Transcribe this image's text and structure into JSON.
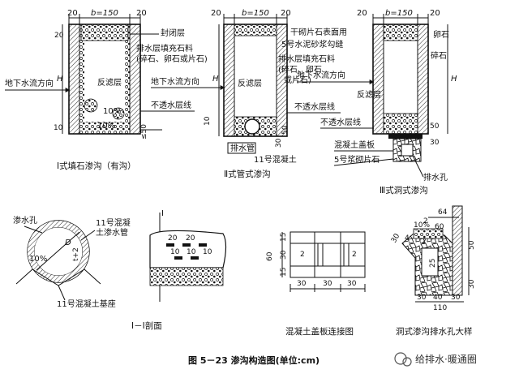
{
  "fig1": {
    "dim_20a": "20",
    "dim_b": "b=150",
    "dim_20b": "20",
    "dim_20c": "20",
    "dim_H": "H",
    "dim_10": "10",
    "dim_50": "≤50",
    "lbl_seal": "封闭层",
    "lbl_fill_1": "排水层填充石料",
    "lbl_fill_2": "(碎石、卵石或片石)",
    "lbl_filter": "反滤层",
    "lbl_pct_a": "10%",
    "lbl_pct_b": "10%",
    "lbl_flow": "地下水流方向",
    "lbl_imperm": "不透水层线",
    "caption": "Ⅰ式填石渗沟（有沟）"
  },
  "fig2": {
    "dim_20a": "20",
    "dim_b": "b=150",
    "dim_20b": "20",
    "dim_H": "H",
    "dim_10": "10",
    "dim_30": "30",
    "dim_50": "50",
    "lbl_top": "干砌片石表面用",
    "lbl_mortar": "5号水泥砂浆勾缝",
    "lbl_fill_1": "排水层填充石料",
    "lbl_fill_2": "(碎石、卵石",
    "lbl_fill_3": "或片石)",
    "lbl_flow": "地下水流方向",
    "lbl_filter": "反滤层",
    "lbl_imperm": "不透水层线",
    "lbl_pipe": "排水管",
    "lbl_concrete": "11号混凝土",
    "caption": "Ⅱ式管式渗沟"
  },
  "fig3": {
    "dim_20a": "20",
    "dim_b": "b=150",
    "dim_20b": "20",
    "dim_H": "H",
    "dim_50": "50",
    "dim_30": "30",
    "lbl_pebble": "卵石",
    "lbl_gravel": "碎石",
    "lbl_flow": "地下水流方向",
    "lbl_filter": "反滤层",
    "lbl_imperm": "不透水层线",
    "lbl_cover": "混凝土盖板",
    "lbl_masonry": "5号浆砌片石",
    "lbl_hole": "排水孔",
    "caption": "Ⅲ式洞式渗沟"
  },
  "fig4": {
    "lbl_hole": "渗水孔",
    "lbl_pipe_1": "11号混凝",
    "lbl_pipe_2": "土渗水管",
    "lbl_D": "D",
    "lbl_t": "t+2",
    "lbl_pct": "10%",
    "lbl_base": "11号混凝土基座",
    "lbl_sec": "I",
    "dim_20a": "20",
    "dim_20b": "20",
    "dim_10a": "10",
    "dim_10b": "10",
    "dim_10c": "10",
    "caption": "Ⅰ－Ⅰ剖面"
  },
  "fig5": {
    "dim_60": "60",
    "dim_15a": "15",
    "dim_30v": "30",
    "dim_15b": "15",
    "dim_2a": "2",
    "dim_2b": "2",
    "dim_30a": "30",
    "dim_30b": "30",
    "dim_30c": "30",
    "caption": "混凝土盖板连接图"
  },
  "fig6": {
    "dim_64": "64",
    "dim_2a": "2",
    "dim_60": "60",
    "dim_30": "30",
    "dim_4": "4",
    "dim_10pct": "10%",
    "dim_2b": "2",
    "dim_25": "25",
    "dim_50": "50",
    "dim_30v": "30",
    "dim_30b": "30",
    "dim_40": "40",
    "dim_30c": "30",
    "dim_110": "110",
    "caption": "洞式渗沟排水孔大样"
  },
  "figure_caption": "图 5－23   渗沟构造图(单位:cm)",
  "watermark": "给排水·暖通圈"
}
